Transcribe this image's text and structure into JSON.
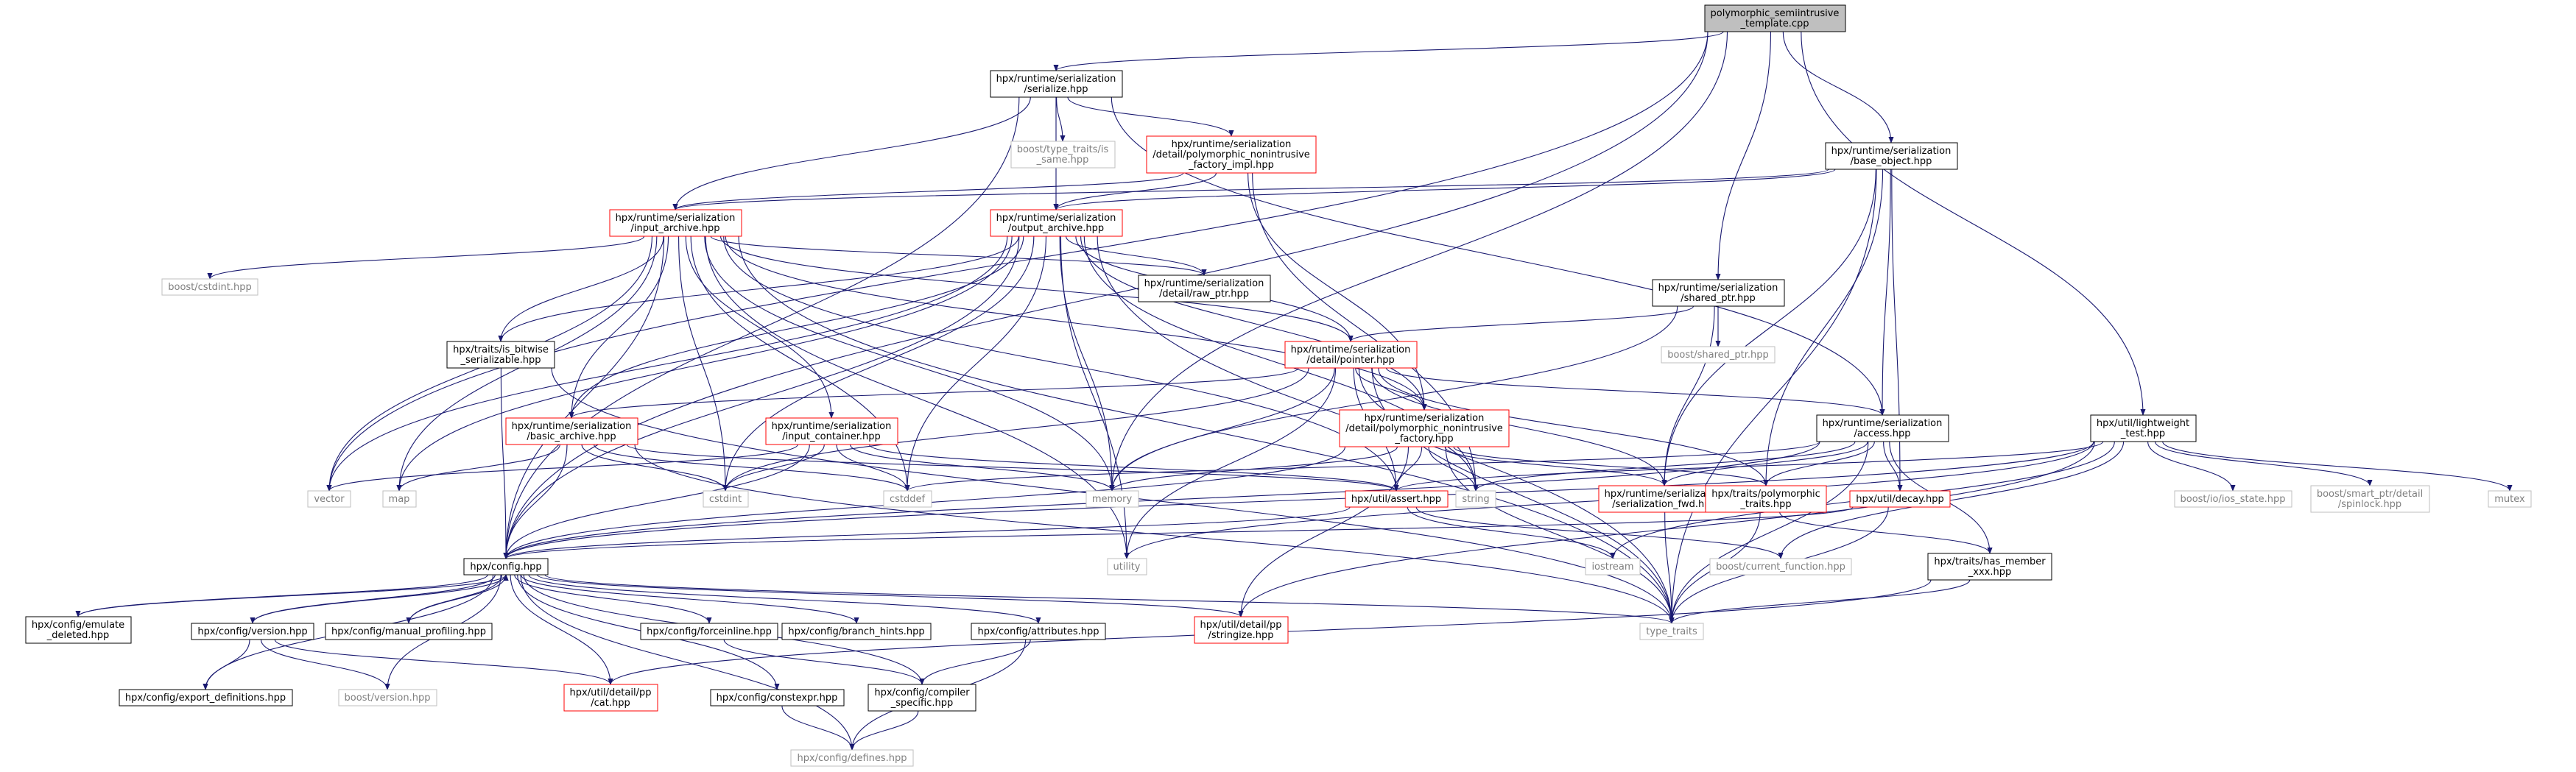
{
  "diagram": {
    "title": "polymorphic_semiintrusive_template.cpp dependency graph",
    "colors": {
      "root_fill": "#bfbfbf",
      "edge": "#191970",
      "red": "#ff0000",
      "gray_border": "#bfbfbf",
      "gray_text": "#7f7f7f",
      "black": "#000000"
    },
    "nodes": [
      {
        "id": "root",
        "label": [
          "polymorphic_semiintrusive",
          "_template.cpp"
        ],
        "style": "root"
      },
      {
        "id": "serialize",
        "label": [
          "hpx/runtime/serialization",
          "/serialize.hpp"
        ],
        "style": "black"
      },
      {
        "id": "type_traits_is_same",
        "label": [
          "boost/type_traits/is",
          "_same.hpp"
        ],
        "style": "gray"
      },
      {
        "id": "poly_factory_impl",
        "label": [
          "hpx/runtime/serialization",
          "/detail/polymorphic_nonintrusive",
          "_factory_impl.hpp"
        ],
        "style": "red"
      },
      {
        "id": "base_object",
        "label": [
          "hpx/runtime/serialization",
          "/base_object.hpp"
        ],
        "style": "black"
      },
      {
        "id": "input_archive",
        "label": [
          "hpx/runtime/serialization",
          "/input_archive.hpp"
        ],
        "style": "red"
      },
      {
        "id": "output_archive",
        "label": [
          "hpx/runtime/serialization",
          "/output_archive.hpp"
        ],
        "style": "red"
      },
      {
        "id": "boost_cstdint",
        "label": [
          "boost/cstdint.hpp"
        ],
        "style": "gray"
      },
      {
        "id": "raw_ptr",
        "label": [
          "hpx/runtime/serialization",
          "/detail/raw_ptr.hpp"
        ],
        "style": "black"
      },
      {
        "id": "shared_ptr",
        "label": [
          "hpx/runtime/serialization",
          "/shared_ptr.hpp"
        ],
        "style": "black"
      },
      {
        "id": "is_bitwise",
        "label": [
          "hpx/traits/is_bitwise",
          "_serializable.hpp"
        ],
        "style": "black"
      },
      {
        "id": "pointer",
        "label": [
          "hpx/runtime/serialization",
          "/detail/pointer.hpp"
        ],
        "style": "red"
      },
      {
        "id": "boost_shared_ptr",
        "label": [
          "boost/shared_ptr.hpp"
        ],
        "style": "gray"
      },
      {
        "id": "basic_archive",
        "label": [
          "hpx/runtime/serialization",
          "/basic_archive.hpp"
        ],
        "style": "red"
      },
      {
        "id": "input_container",
        "label": [
          "hpx/runtime/serialization",
          "/input_container.hpp"
        ],
        "style": "red"
      },
      {
        "id": "poly_factory",
        "label": [
          "hpx/runtime/serialization",
          "/detail/polymorphic_nonintrusive",
          "_factory.hpp"
        ],
        "style": "red"
      },
      {
        "id": "access",
        "label": [
          "hpx/runtime/serialization",
          "/access.hpp"
        ],
        "style": "black"
      },
      {
        "id": "lightweight_test",
        "label": [
          "hpx/util/lightweight",
          "_test.hpp"
        ],
        "style": "black"
      },
      {
        "id": "vector",
        "label": [
          "vector"
        ],
        "style": "gray"
      },
      {
        "id": "map",
        "label": [
          "map"
        ],
        "style": "gray"
      },
      {
        "id": "cstdint",
        "label": [
          "cstdint"
        ],
        "style": "gray"
      },
      {
        "id": "cstddef",
        "label": [
          "cstddef"
        ],
        "style": "gray"
      },
      {
        "id": "memory",
        "label": [
          "memory"
        ],
        "style": "gray"
      },
      {
        "id": "assert",
        "label": [
          "hpx/util/assert.hpp"
        ],
        "style": "red"
      },
      {
        "id": "string",
        "label": [
          "string"
        ],
        "style": "gray"
      },
      {
        "id": "ser_fwd",
        "label": [
          "hpx/runtime/serialization",
          "/serialization_fwd.hpp"
        ],
        "style": "red"
      },
      {
        "id": "poly_traits",
        "label": [
          "hpx/traits/polymorphic",
          "_traits.hpp"
        ],
        "style": "red"
      },
      {
        "id": "decay",
        "label": [
          "hpx/util/decay.hpp"
        ],
        "style": "red"
      },
      {
        "id": "ios_state",
        "label": [
          "boost/io/ios_state.hpp"
        ],
        "style": "gray"
      },
      {
        "id": "spinlock",
        "label": [
          "boost/smart_ptr/detail",
          "/spinlock.hpp"
        ],
        "style": "gray"
      },
      {
        "id": "mutex",
        "label": [
          "mutex"
        ],
        "style": "gray"
      },
      {
        "id": "config",
        "label": [
          "hpx/config.hpp"
        ],
        "style": "black"
      },
      {
        "id": "utility",
        "label": [
          "utility"
        ],
        "style": "gray"
      },
      {
        "id": "iostream",
        "label": [
          "iostream"
        ],
        "style": "gray"
      },
      {
        "id": "current_function",
        "label": [
          "boost/current_function.hpp"
        ],
        "style": "gray"
      },
      {
        "id": "has_member",
        "label": [
          "hpx/traits/has_member",
          "_xxx.hpp"
        ],
        "style": "black"
      },
      {
        "id": "emulate_deleted",
        "label": [
          "hpx/config/emulate",
          "_deleted.hpp"
        ],
        "style": "black"
      },
      {
        "id": "cfg_version",
        "label": [
          "hpx/config/version.hpp"
        ],
        "style": "black"
      },
      {
        "id": "manual_profiling",
        "label": [
          "hpx/config/manual_profiling.hpp"
        ],
        "style": "black"
      },
      {
        "id": "forceinline",
        "label": [
          "hpx/config/forceinline.hpp"
        ],
        "style": "black"
      },
      {
        "id": "branch_hints",
        "label": [
          "hpx/config/branch_hints.hpp"
        ],
        "style": "black"
      },
      {
        "id": "attributes",
        "label": [
          "hpx/config/attributes.hpp"
        ],
        "style": "black"
      },
      {
        "id": "stringize",
        "label": [
          "hpx/util/detail/pp",
          "/stringize.hpp"
        ],
        "style": "red"
      },
      {
        "id": "type_traits",
        "label": [
          "type_traits"
        ],
        "style": "gray"
      },
      {
        "id": "export_defs",
        "label": [
          "hpx/config/export_definitions.hpp"
        ],
        "style": "black"
      },
      {
        "id": "boost_version",
        "label": [
          "boost/version.hpp"
        ],
        "style": "gray"
      },
      {
        "id": "pp_cat",
        "label": [
          "hpx/util/detail/pp",
          "/cat.hpp"
        ],
        "style": "red"
      },
      {
        "id": "constexpr",
        "label": [
          "hpx/config/constexpr.hpp"
        ],
        "style": "black"
      },
      {
        "id": "compiler_specific",
        "label": [
          "hpx/config/compiler",
          "_specific.hpp"
        ],
        "style": "black"
      },
      {
        "id": "defines",
        "label": [
          "hpx/config/defines.hpp"
        ],
        "style": "gray"
      }
    ],
    "edges": [
      [
        "root",
        "serialize"
      ],
      [
        "root",
        "base_object"
      ],
      [
        "root",
        "shared_ptr"
      ],
      [
        "root",
        "lightweight_test"
      ],
      [
        "root",
        "vector"
      ],
      [
        "root",
        "memory"
      ],
      [
        "root",
        "config"
      ],
      [
        "serialize",
        "type_traits_is_same"
      ],
      [
        "serialize",
        "poly_factory_impl"
      ],
      [
        "serialize",
        "input_archive"
      ],
      [
        "serialize",
        "output_archive"
      ],
      [
        "serialize",
        "access"
      ],
      [
        "serialize",
        "config"
      ],
      [
        "poly_factory_impl",
        "input_archive"
      ],
      [
        "poly_factory_impl",
        "output_archive"
      ],
      [
        "poly_factory_impl",
        "poly_factory"
      ],
      [
        "poly_factory_impl",
        "string"
      ],
      [
        "base_object",
        "input_archive"
      ],
      [
        "base_object",
        "output_archive"
      ],
      [
        "base_object",
        "access"
      ],
      [
        "base_object",
        "poly_traits"
      ],
      [
        "base_object",
        "decay"
      ],
      [
        "base_object",
        "ser_fwd"
      ],
      [
        "base_object",
        "type_traits"
      ],
      [
        "input_archive",
        "boost_cstdint"
      ],
      [
        "input_archive",
        "raw_ptr"
      ],
      [
        "input_archive",
        "is_bitwise"
      ],
      [
        "input_archive",
        "basic_archive"
      ],
      [
        "input_archive",
        "input_container"
      ],
      [
        "input_archive",
        "poly_factory"
      ],
      [
        "input_archive",
        "pointer"
      ],
      [
        "input_archive",
        "vector"
      ],
      [
        "input_archive",
        "map"
      ],
      [
        "input_archive",
        "cstdint"
      ],
      [
        "input_archive",
        "cstddef"
      ],
      [
        "input_archive",
        "memory"
      ],
      [
        "input_archive",
        "assert"
      ],
      [
        "input_archive",
        "config"
      ],
      [
        "input_archive",
        "utility"
      ],
      [
        "input_archive",
        "type_traits"
      ],
      [
        "output_archive",
        "raw_ptr"
      ],
      [
        "output_archive",
        "is_bitwise"
      ],
      [
        "output_archive",
        "basic_archive"
      ],
      [
        "output_archive",
        "pointer"
      ],
      [
        "output_archive",
        "poly_factory"
      ],
      [
        "output_archive",
        "vector"
      ],
      [
        "output_archive",
        "map"
      ],
      [
        "output_archive",
        "cstdint"
      ],
      [
        "output_archive",
        "cstddef"
      ],
      [
        "output_archive",
        "memory"
      ],
      [
        "output_archive",
        "string"
      ],
      [
        "output_archive",
        "config"
      ],
      [
        "output_archive",
        "utility"
      ],
      [
        "output_archive",
        "type_traits"
      ],
      [
        "shared_ptr",
        "boost_shared_ptr"
      ],
      [
        "shared_ptr",
        "pointer"
      ],
      [
        "shared_ptr",
        "memory"
      ],
      [
        "shared_ptr",
        "ser_fwd"
      ],
      [
        "is_bitwise",
        "config"
      ],
      [
        "is_bitwise",
        "type_traits"
      ],
      [
        "pointer",
        "basic_archive"
      ],
      [
        "pointer",
        "poly_factory"
      ],
      [
        "pointer",
        "access"
      ],
      [
        "pointer",
        "cstdint"
      ],
      [
        "pointer",
        "memory"
      ],
      [
        "pointer",
        "assert"
      ],
      [
        "pointer",
        "string"
      ],
      [
        "pointer",
        "ser_fwd"
      ],
      [
        "pointer",
        "poly_traits"
      ],
      [
        "pointer",
        "utility"
      ],
      [
        "pointer",
        "type_traits"
      ],
      [
        "basic_archive",
        "map"
      ],
      [
        "basic_archive",
        "cstdint"
      ],
      [
        "basic_archive",
        "cstddef"
      ],
      [
        "basic_archive",
        "assert"
      ],
      [
        "basic_archive",
        "config"
      ],
      [
        "basic_archive",
        "type_traits"
      ],
      [
        "input_container",
        "vector"
      ],
      [
        "input_container",
        "cstdint"
      ],
      [
        "input_container",
        "cstddef"
      ],
      [
        "input_container",
        "memory"
      ],
      [
        "input_container",
        "assert"
      ],
      [
        "input_container",
        "config"
      ],
      [
        "poly_factory",
        "memory"
      ],
      [
        "poly_factory",
        "assert"
      ],
      [
        "poly_factory",
        "string"
      ],
      [
        "poly_factory",
        "ser_fwd"
      ],
      [
        "poly_factory",
        "poly_traits"
      ],
      [
        "poly_factory",
        "stringize"
      ],
      [
        "poly_factory",
        "config"
      ],
      [
        "poly_factory",
        "type_traits"
      ],
      [
        "access",
        "cstddef"
      ],
      [
        "access",
        "string"
      ],
      [
        "access",
        "ser_fwd"
      ],
      [
        "access",
        "poly_traits"
      ],
      [
        "access",
        "decay"
      ],
      [
        "access",
        "has_member"
      ],
      [
        "access",
        "config"
      ],
      [
        "access",
        "type_traits"
      ],
      [
        "lightweight_test",
        "ios_state"
      ],
      [
        "lightweight_test",
        "spinlock"
      ],
      [
        "lightweight_test",
        "mutex"
      ],
      [
        "lightweight_test",
        "assert"
      ],
      [
        "lightweight_test",
        "config"
      ],
      [
        "lightweight_test",
        "iostream"
      ],
      [
        "lightweight_test",
        "current_function"
      ],
      [
        "lightweight_test",
        "utility"
      ],
      [
        "lightweight_test",
        "stringize"
      ],
      [
        "assert",
        "config"
      ],
      [
        "assert",
        "iostream"
      ],
      [
        "assert",
        "current_function"
      ],
      [
        "ser_fwd",
        "type_traits"
      ],
      [
        "poly_traits",
        "has_member"
      ],
      [
        "poly_traits",
        "type_traits"
      ],
      [
        "decay",
        "type_traits"
      ],
      [
        "decay",
        "config"
      ],
      [
        "has_member",
        "pp_cat"
      ],
      [
        "has_member",
        "type_traits"
      ],
      [
        "config",
        "emulate_deleted"
      ],
      [
        "config",
        "cfg_version"
      ],
      [
        "config",
        "manual_profiling"
      ],
      [
        "config",
        "forceinline"
      ],
      [
        "config",
        "branch_hints"
      ],
      [
        "config",
        "attributes"
      ],
      [
        "config",
        "stringize"
      ],
      [
        "config",
        "type_traits"
      ],
      [
        "config",
        "export_defs"
      ],
      [
        "config",
        "boost_version"
      ],
      [
        "config",
        "pp_cat"
      ],
      [
        "config",
        "constexpr"
      ],
      [
        "config",
        "compiler_specific"
      ],
      [
        "config",
        "defines"
      ],
      [
        "emulate_deleted",
        "config"
      ],
      [
        "cfg_version",
        "config"
      ],
      [
        "manual_profiling",
        "config"
      ],
      [
        "cfg_version",
        "export_defs"
      ],
      [
        "cfg_version",
        "boost_version"
      ],
      [
        "cfg_version",
        "pp_cat"
      ],
      [
        "forceinline",
        "compiler_specific"
      ],
      [
        "attributes",
        "compiler_specific"
      ],
      [
        "attributes",
        "defines"
      ],
      [
        "constexpr",
        "defines"
      ],
      [
        "compiler_specific",
        "defines"
      ]
    ]
  }
}
